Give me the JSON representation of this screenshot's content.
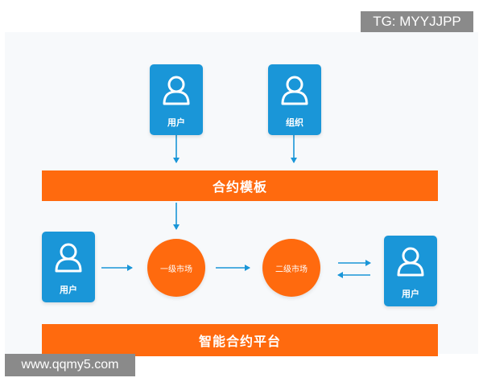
{
  "badge": {
    "text": "TG: MYYJJPP"
  },
  "watermark": {
    "text": "www.qqmy5.com"
  },
  "diagram": {
    "top_cards": [
      {
        "label": "用户",
        "icon": "user-icon"
      },
      {
        "label": "组织",
        "icon": "user-icon"
      }
    ],
    "template_bar": {
      "label": "合约模板"
    },
    "left_card": {
      "label": "用户",
      "icon": "user-icon"
    },
    "primary_market": {
      "label": "一级市场"
    },
    "secondary_market": {
      "label": "二级市场"
    },
    "right_card": {
      "label": "用户",
      "icon": "user-icon"
    },
    "platform_bar": {
      "label": "智能合约平台"
    }
  },
  "colors": {
    "blue": "#1a96d8",
    "orange": "#ff6a0e",
    "arrow": "#1a96d8"
  }
}
